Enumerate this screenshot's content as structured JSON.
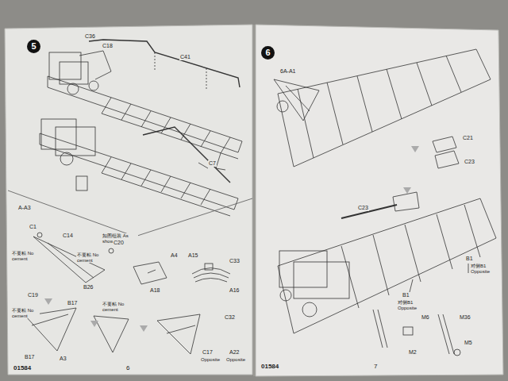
{
  "diagram": {
    "nodes": [
      {
        "text": [
          "5"
        ]
      },
      {
        "text": [
          "6"
        ]
      }
    ],
    "labels": [
      "C36",
      "C18",
      "C41",
      "C7",
      "如图组装 As shown",
      "A-A3",
      "C1",
      "C14",
      "C20",
      "不要粘 No cement",
      "不要粘 No cement",
      "B26",
      "C19",
      "A4",
      "A18",
      "A15",
      "C33",
      "A16",
      "不要粘 No cement",
      "B17",
      "不要粘 No cement",
      "B17",
      "A3",
      "C32",
      "C17",
      "Opposite",
      "A22",
      "Opposite",
      "01584",
      "6",
      "01584",
      "7",
      "6A-A1",
      "C21",
      "C23",
      "C23",
      "B1",
      "对侧B1 Opposite",
      "B1",
      "对侧B1 Opposite",
      "M6",
      "M36",
      "M2",
      "M5"
    ]
  }
}
